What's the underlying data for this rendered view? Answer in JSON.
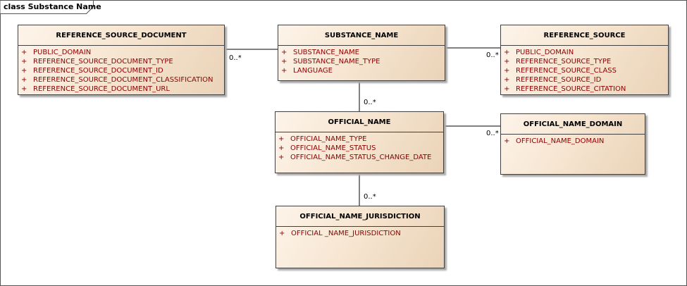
{
  "diagram": {
    "title": "class Substance Name"
  },
  "classes": {
    "reference_source_document": {
      "name": "REFERENCE_SOURCE_DOCUMENT",
      "attributes": [
        {
          "visibility": "+",
          "name": "PUBLIC_DOMAIN"
        },
        {
          "visibility": "+",
          "name": "REFERENCE_SOURCE_DOCUMENT_TYPE"
        },
        {
          "visibility": "+",
          "name": "REFERENCE_SOURCE_DOCUMENT_ID"
        },
        {
          "visibility": "+",
          "name": "REFERENCE_SOURCE_DOCUMENT_CLASSIFICATION"
        },
        {
          "visibility": "+",
          "name": "REFERENCE_SOURCE_DOCUMENT_URL"
        }
      ]
    },
    "substance_name": {
      "name": "SUBSTANCE_NAME",
      "attributes": [
        {
          "visibility": "+",
          "name": "SUBSTANCE_NAME"
        },
        {
          "visibility": "+",
          "name": "SUBSTANCE_NAME_TYPE"
        },
        {
          "visibility": "+",
          "name": "LANGUAGE"
        }
      ]
    },
    "reference_source": {
      "name": "REFERENCE_SOURCE",
      "attributes": [
        {
          "visibility": "+",
          "name": "PUBLIC_DOMAIN"
        },
        {
          "visibility": "+",
          "name": "REFERENCE_SOURCE_TYPE"
        },
        {
          "visibility": "+",
          "name": "REFERENCE_SOURCE_CLASS"
        },
        {
          "visibility": "+",
          "name": "REFERENCE_SOURCE_ID"
        },
        {
          "visibility": "+",
          "name": "REFERENCE_SOURCE_CITATION"
        }
      ]
    },
    "official_name": {
      "name": "OFFICIAL_NAME",
      "attributes": [
        {
          "visibility": "+",
          "name": "OFFICIAL_NAME_TYPE"
        },
        {
          "visibility": "+",
          "name": "OFFICIAL_NAME_STATUS"
        },
        {
          "visibility": "+",
          "name": "OFFICIAL_NAME_STATUS_CHANGE_DATE"
        }
      ]
    },
    "official_name_domain": {
      "name": "OFFICIAL_NAME_DOMAIN",
      "attributes": [
        {
          "visibility": "+",
          "name": "OFFICIAL_NAME_DOMAIN"
        }
      ]
    },
    "official_name_jurisdiction": {
      "name": "OFFICIAL_NAME_JURISDICTION",
      "attributes": [
        {
          "visibility": "+",
          "name": "OFFICIAL _NAME_JURISDICTION"
        }
      ]
    }
  },
  "associations": [
    {
      "from": "SUBSTANCE_NAME",
      "to": "REFERENCE_SOURCE_DOCUMENT",
      "multiplicity": "0..*"
    },
    {
      "from": "SUBSTANCE_NAME",
      "to": "REFERENCE_SOURCE",
      "multiplicity": "0..*"
    },
    {
      "from": "SUBSTANCE_NAME",
      "to": "OFFICIAL_NAME",
      "multiplicity": "0..*"
    },
    {
      "from": "OFFICIAL_NAME",
      "to": "OFFICIAL_NAME_DOMAIN",
      "multiplicity": "0..*"
    },
    {
      "from": "OFFICIAL_NAME",
      "to": "OFFICIAL_NAME_JURISDICTION",
      "multiplicity": "0..*"
    }
  ],
  "colors": {
    "attribute_text": "#8b0000",
    "class_fill_light": "#fdf4ea",
    "class_fill_dark": "#ead3b8",
    "border": "#404040"
  }
}
